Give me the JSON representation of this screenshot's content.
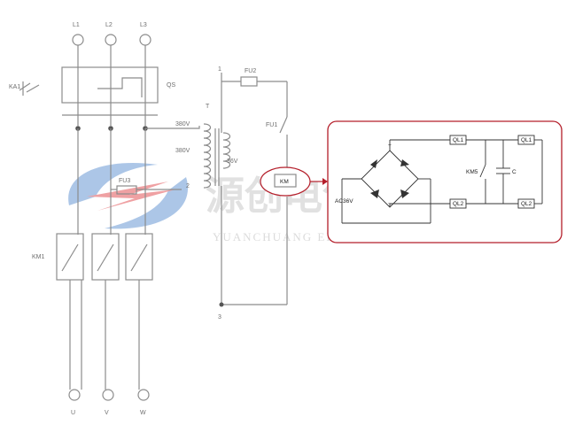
{
  "labels": {
    "l1": "L1",
    "l2": "L2",
    "l3": "L3",
    "qs": "QS",
    "fu1": "FU1",
    "fu2": "FU2",
    "fu3": "FU3",
    "ka1": "KA1",
    "km1": "KM1",
    "v380": "380V",
    "v380b": "380V",
    "v36": "36V",
    "tr": "T",
    "n1": "1",
    "n2": "2",
    "n3": "3",
    "out_u": "U",
    "out_v": "V",
    "out_w": "W"
  },
  "callout": {
    "km": "KM"
  },
  "inset": {
    "ac_label": "AC36V",
    "plus": "+",
    "minus": "−",
    "km5": "KM5",
    "cap": "C",
    "ql1a": "QL1",
    "ql1b": "QL1",
    "ql2a": "QL2",
    "ql2b": "QL2"
  },
  "watermark": {
    "cn": "源创电气",
    "en": "YUANCHUANG ELECTRC"
  },
  "colors": {
    "callout_red": "#b41e2a",
    "wm_blue": "#5b8fd0",
    "wm_red": "#e0454a"
  }
}
